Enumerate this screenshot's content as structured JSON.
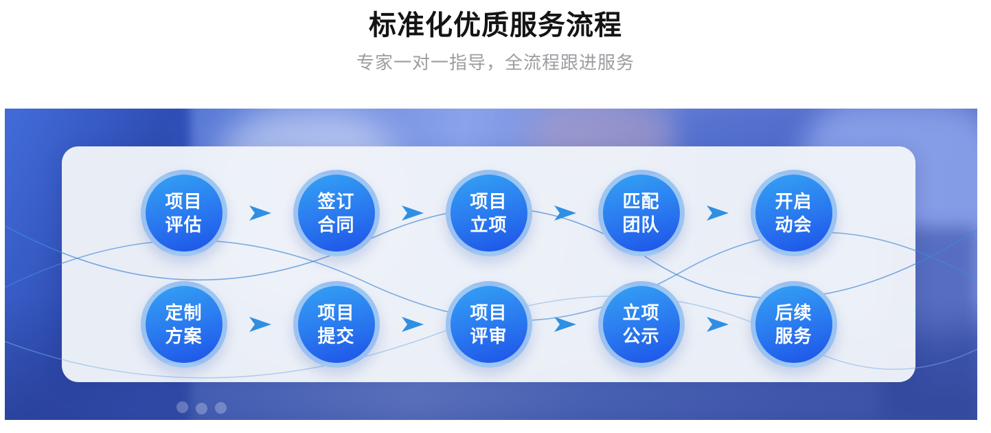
{
  "header": {
    "title": "标准化优质服务流程",
    "subtitle": "专家一对一指导，全流程跟进服务"
  },
  "flow": {
    "rows": [
      {
        "steps": [
          {
            "label": "项目评估",
            "line1": "项目",
            "line2": "评估"
          },
          {
            "label": "签订合同",
            "line1": "签订",
            "line2": "合同"
          },
          {
            "label": "项目立项",
            "line1": "项目",
            "line2": "立项"
          },
          {
            "label": "匹配团队",
            "line1": "匹配",
            "line2": "团队"
          },
          {
            "label": "开启动会",
            "line1": "开启",
            "line2": "动会"
          }
        ]
      },
      {
        "steps": [
          {
            "label": "定制方案",
            "line1": "定制",
            "line2": "方案"
          },
          {
            "label": "项目提交",
            "line1": "项目",
            "line2": "提交"
          },
          {
            "label": "项目评审",
            "line1": "项目",
            "line2": "评审"
          },
          {
            "label": "立项公示",
            "line1": "立项",
            "line2": "公示"
          },
          {
            "label": "后续服务",
            "line1": "后续",
            "line2": "服务"
          }
        ]
      }
    ]
  },
  "icons": {
    "arrow_right": "➤"
  },
  "colors": {
    "title_text": "#141414",
    "subtitle_text": "#9b9da1",
    "banner_blue": "#5872cc",
    "panel_bg": "#f0f3f8",
    "circle_gradient_top": "#34a2f4",
    "circle_gradient_bottom": "#1d52e8",
    "circle_ring": "#b0d0f2",
    "circle_text": "#ffffff",
    "arrow": "#2e8fe3",
    "curve_line": "#4288d6"
  }
}
